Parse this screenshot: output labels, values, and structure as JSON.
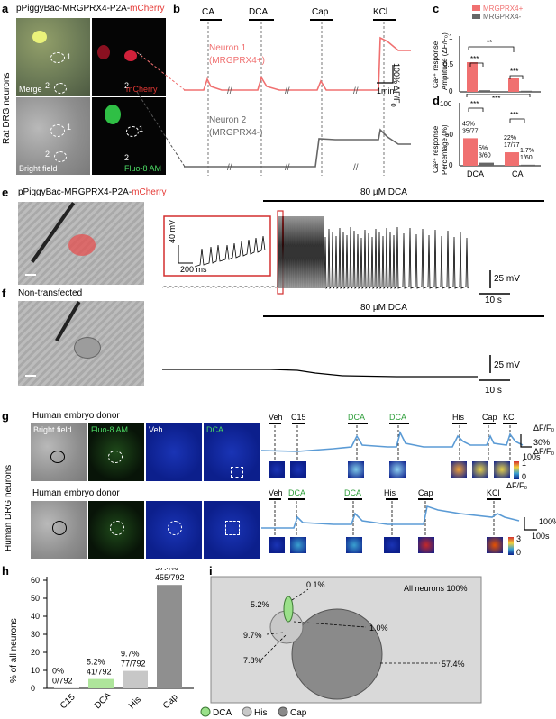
{
  "panel_a": {
    "letter": "a",
    "title_black": "pPiggyBac-MRGPRX4-P2A-",
    "title_red": "mCherry",
    "side_label": "Rat DRG neurons",
    "img_labels": [
      "Merge",
      "mCherry",
      "Bright field",
      "Fluo-8 AM"
    ],
    "cell_labels": [
      "1",
      "2"
    ]
  },
  "panel_b": {
    "letter": "b",
    "stimuli": [
      "CA",
      "DCA",
      "Cap",
      "KCl"
    ],
    "neuron1": "Neuron 1",
    "neuron1_sub": "(MRGPRX4+)",
    "neuron2": "Neuron 2",
    "neuron2_sub": "(MRGPRX4-)",
    "scale_y": "100% ΔF/F",
    "scale_y_sub": "0",
    "scale_x": "1min"
  },
  "panel_c": {
    "letter": "c",
    "ylabel": "Ca²⁺ response",
    "ylabel2": "Amplitude (ΔF/F₀)",
    "legend": [
      "MRGPRX4+",
      "MRGPRX4-"
    ],
    "yticks": [
      "0",
      "0.5",
      "1"
    ],
    "sig": [
      "**",
      "***",
      "***"
    ],
    "chart_data": {
      "type": "bar",
      "categories": [
        "DCA",
        "CA"
      ],
      "series": [
        {
          "name": "MRGPRX4+",
          "values": [
            0.55,
            0.25
          ]
        },
        {
          "name": "MRGPRX4-",
          "values": [
            0.03,
            0.02
          ]
        }
      ],
      "ylim": [
        0,
        1
      ]
    }
  },
  "panel_d": {
    "letter": "d",
    "ylabel": "Ca²⁺ response",
    "ylabel2": "Percentage (%)",
    "xlabels": [
      "DCA",
      "CA"
    ],
    "yticks": [
      "0",
      "50",
      "100"
    ],
    "sig": [
      "***",
      "***",
      "***"
    ],
    "bar_labels": [
      "45%\n35/77",
      "5%\n3/60",
      "22%\n17/77",
      "1.7%\n1/60"
    ],
    "chart_data": {
      "type": "bar",
      "categories": [
        "DCA",
        "CA"
      ],
      "series": [
        {
          "name": "MRGPRX4+",
          "values": [
            45,
            22
          ]
        },
        {
          "name": "MRGPRX4-",
          "values": [
            5,
            1.7
          ]
        }
      ],
      "ylim": [
        0,
        100
      ]
    }
  },
  "panel_e": {
    "letter": "e",
    "title_black": "pPiggyBac-MRGPRX4-P2A-",
    "title_red": "mCherry",
    "drug": "80 µM DCA",
    "inset_y": "40 mV",
    "inset_x": "200 ms",
    "scale_v": "25 mV",
    "scale_t": "10 s"
  },
  "panel_f": {
    "letter": "f",
    "title": "Non-transfected",
    "drug": "80 µM DCA",
    "scale_v": "25 mV",
    "scale_t": "10 s"
  },
  "panel_g": {
    "letter": "g",
    "side_label": "Human DRG neurons",
    "donor1": "Human embryo donor",
    "donor2": "Human embryo donor",
    "img_labels": [
      "Bright field",
      "Fluo-8 AM",
      "Veh",
      "DCA"
    ],
    "row1_stimuli": [
      "Veh",
      "C15",
      "DCA",
      "DCA",
      "His",
      "Cap",
      "KCl"
    ],
    "row2_stimuli": [
      "Veh",
      "DCA",
      "DCA",
      "His",
      "Cap",
      "KCl"
    ],
    "scale1_y": "30% ΔF/F₀",
    "scale1_x": "100s",
    "scale2_y": "100%",
    "scale2_x": "100s",
    "cbar1_title": "ΔF/F₀",
    "cbar1_ticks": [
      "1",
      "0"
    ],
    "cbar2_ticks": [
      "3",
      "0"
    ]
  },
  "panel_h": {
    "letter": "h",
    "ylabel": "% of all neurons",
    "yticks": [
      "0",
      "10",
      "20",
      "30",
      "40",
      "50",
      "60"
    ],
    "bar_labels": [
      "0%\n0/792",
      "5.2%\n41/792",
      "9.7%\n77/792",
      "57.4%\n455/792"
    ],
    "chart_data": {
      "type": "bar",
      "categories": [
        "C15",
        "DCA",
        "His",
        "Cap"
      ],
      "values": [
        0,
        5.2,
        9.7,
        57.4
      ],
      "colors": [
        "#cfcfcf",
        "#aee59b",
        "#c7c7c7",
        "#8f8f8f"
      ],
      "ylim": [
        0,
        60
      ]
    }
  },
  "panel_i": {
    "letter": "i",
    "all_label": "All neurons 100%",
    "labels": [
      "5.2%",
      "0.1%",
      "9.7%",
      "1.0%",
      "7.8%",
      "57.4%"
    ],
    "legend": [
      "DCA",
      "His",
      "Cap"
    ],
    "colors": {
      "DCA": "#9be08a",
      "His": "#c8c8c8",
      "Cap": "#8a8a8a",
      "bg": "#d9d9d9"
    }
  }
}
